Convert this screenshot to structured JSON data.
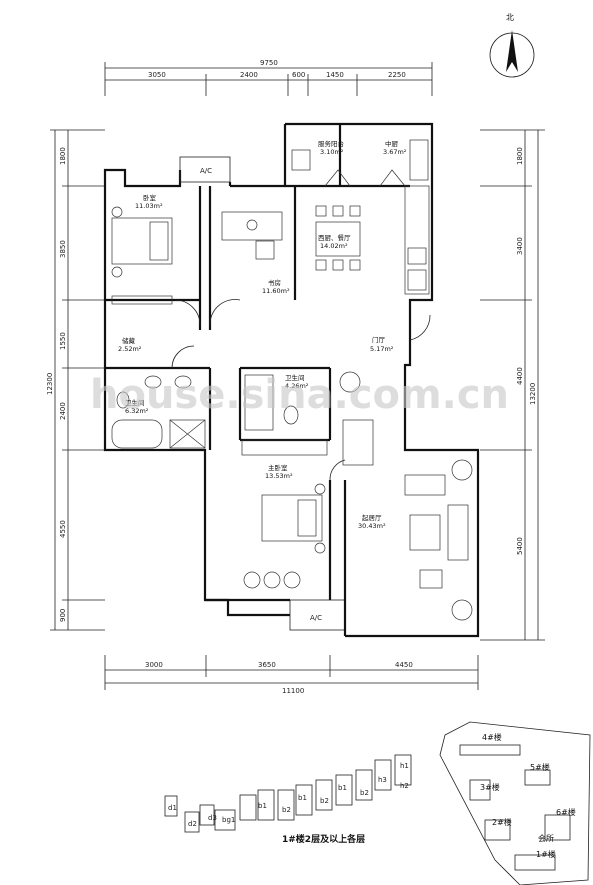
{
  "compass": {
    "label": "北"
  },
  "dims": {
    "top_total": "9750",
    "top_segments": [
      "3050",
      "2400",
      "600",
      "1450",
      "2250"
    ],
    "left_total": "12300",
    "left_segments": [
      "1800",
      "3850",
      "1550",
      "2400",
      "4550",
      "900"
    ],
    "right_total": "13200",
    "right_segments": [
      "1800",
      "3400",
      "4400",
      "5400"
    ],
    "bottom_total": "11100",
    "bottom_segments": [
      "3000",
      "3650",
      "4450"
    ]
  },
  "rooms": {
    "service_balcony": {
      "name": "服务阳台",
      "area": "3.10m²"
    },
    "kitchen": {
      "name": "中厨",
      "area": "3.67m²"
    },
    "bedroom": {
      "name": "卧室",
      "area": "11.03m²"
    },
    "study": {
      "name": "书房",
      "area": "11.60m²"
    },
    "western_kitchen": {
      "name": "西厨、餐厅",
      "area": "14.02m²"
    },
    "storage": {
      "name": "储藏",
      "area": "2.52m²"
    },
    "foyer": {
      "name": "门厅",
      "area": "5.17m²"
    },
    "bath1": {
      "name": "卫生间",
      "area": "6.32m²"
    },
    "bath2": {
      "name": "卫生间",
      "area": "4.26m²"
    },
    "master": {
      "name": "主卧室",
      "area": "13.53m²"
    },
    "living": {
      "name": "起居厅",
      "area": "30.43m²"
    }
  },
  "ac_label": "A/C",
  "watermark": "house.sina.com.cn",
  "key_plan": {
    "caption": "1#楼2层及以上各层",
    "units": [
      "d1",
      "d2",
      "d3",
      "bg1",
      "b1",
      "b2",
      "b1",
      "b2",
      "b1",
      "b2",
      "h3",
      "h1",
      "h2"
    ]
  },
  "site_plan": {
    "buildings": [
      "4#楼",
      "3#楼",
      "5#楼",
      "2#楼",
      "6#楼",
      "会所",
      "1#楼"
    ]
  }
}
